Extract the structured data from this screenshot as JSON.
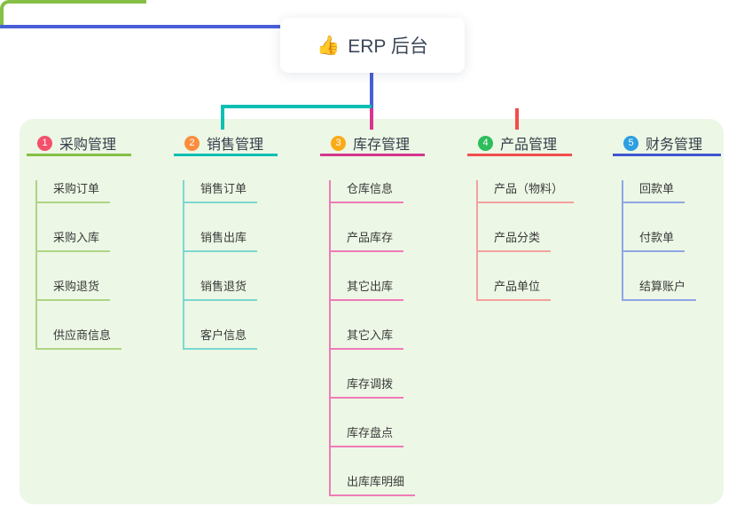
{
  "root": {
    "label": "ERP 后台",
    "emoji": "👍",
    "icon": "thumbs-up-icon",
    "line_color": "#4a5ed6"
  },
  "canvas": {
    "panel_color": "#ecf7e5"
  },
  "branches": [
    {
      "num": "1",
      "title": "采购管理",
      "color": "#85bf45",
      "light": "#aed584",
      "badge_color": "#f4506c",
      "children": [
        "采购订单",
        "采购入库",
        "采购退货",
        "供应商信息"
      ]
    },
    {
      "num": "2",
      "title": "销售管理",
      "color": "#0fbfb4",
      "light": "#7cd8d0",
      "badge_color": "#fb8d3d",
      "children": [
        "销售订单",
        "销售出库",
        "销售退货",
        "客户信息"
      ]
    },
    {
      "num": "3",
      "title": "库存管理",
      "color": "#d6368f",
      "light": "#f07ab8",
      "badge_color": "#fbab18",
      "children": [
        "仓库信息",
        "产品库存",
        "其它出库",
        "其它入库",
        "库存调拨",
        "库存盘点",
        "出库库明细"
      ]
    },
    {
      "num": "4",
      "title": "产品管理",
      "color": "#f34d4d",
      "light": "#f5a0a0",
      "badge_color": "#2ebd5c",
      "children": [
        "产品（物料）",
        "产品分类",
        "产品单位"
      ]
    },
    {
      "num": "5",
      "title": "财务管理",
      "color": "#3f55d0",
      "light": "#8ea6e6",
      "badge_color": "#2c9fe2",
      "children": [
        "回款单",
        "付款单",
        "结算账户"
      ]
    }
  ]
}
